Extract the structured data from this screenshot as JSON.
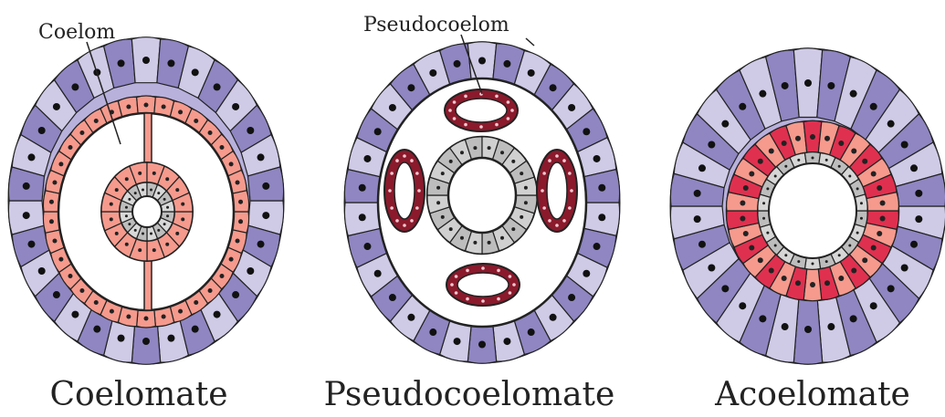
{
  "figures": [
    {
      "id": "coelomate",
      "caption": "Coelomate",
      "callout": "Coelom"
    },
    {
      "id": "pseudocoelomate",
      "caption": "Pseudocoelomate",
      "callout": "Pseudocoelom"
    },
    {
      "id": "acoelomate",
      "caption": "Acoelomate"
    }
  ],
  "colors": {
    "ectoderm_light": "#cfcae6",
    "ectoderm_dark": "#8f86c2",
    "mesoderm": "#f59a8d",
    "mesoderm_dark": "#e0304f",
    "mesoderm_maroon": "#8a1a2c",
    "endoderm": "#bdbdbd",
    "outline": "#222222"
  }
}
